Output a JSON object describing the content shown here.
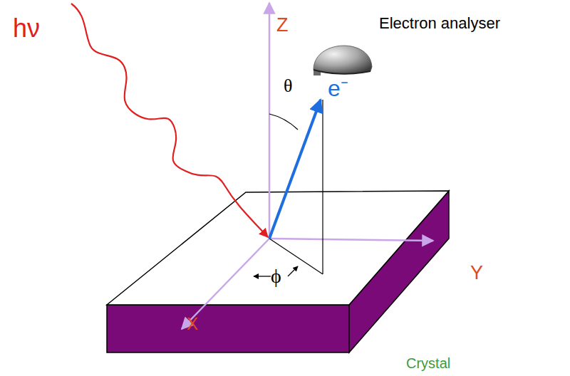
{
  "diagram": {
    "labels": [
      "hν",
      "Z",
      "Electron analyser",
      "θ",
      "e⁻",
      "Y",
      "X",
      "ϕ",
      "Crystal"
    ]
  }
}
